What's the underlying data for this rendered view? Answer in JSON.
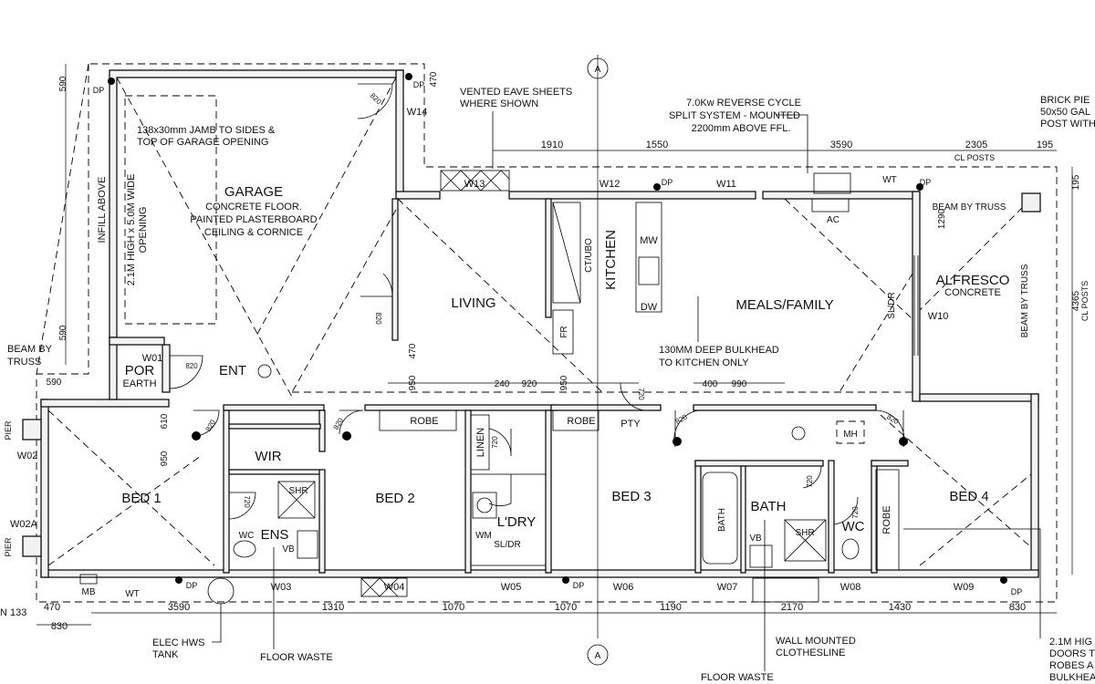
{
  "rooms": {
    "garage": "GARAGE",
    "garage_note": [
      "CONCRETE FLOOR.",
      "PAINTED PLASTERBOARD",
      "CEILING & CORNICE"
    ],
    "living": "LIVING",
    "kitchen": "KITCHEN",
    "meals_family": "MEALS/FAMILY",
    "alfresco": "ALFRESCO",
    "alfresco_note": "CONCRETE",
    "ent": "ENT",
    "por": "POR",
    "por_note": "EARTH",
    "bed1": "BED 1",
    "bed2": "BED 2",
    "bed3": "BED 3",
    "bed4": "BED 4",
    "wir": "WIR",
    "ens": "ENS",
    "bath": "BATH",
    "wc": "WC",
    "ldry": "L'DRY",
    "linen": "LINEN",
    "robe": "ROBE",
    "pty": "PTY",
    "mh": "MH"
  },
  "fixtures": {
    "mw": "MW",
    "dw": "DW",
    "fr": "FR",
    "ct_ubo": "CT/UBO",
    "shr": "SHR",
    "vb": "VB",
    "wc": "WC",
    "wm": "WM",
    "sl_dr": "SL/DR",
    "bath": "BATH",
    "ac": "AC",
    "mb": "MB",
    "wt": "WT",
    "dp": "DP",
    "pier": "PIER",
    "section": "A"
  },
  "windows": {
    "w01": "W01",
    "w02": "W02",
    "w02a": "W02A",
    "w03": "W03",
    "w04": "W04",
    "w05": "W05",
    "w06": "W06",
    "w07": "W07",
    "w08": "W08",
    "w09": "W09",
    "w10": "W10",
    "w11": "W11",
    "w12": "W12",
    "w13": "W13",
    "w14": "W14"
  },
  "notes": {
    "jamb": [
      "138x30mm JAMB TO SIDES &",
      "TOP OF GARAGE OPENING"
    ],
    "vented_eave": [
      "VENTED EAVE SHEETS",
      "WHERE SHOWN"
    ],
    "aircon": [
      "7.0Kw REVERSE CYCLE",
      "SPLIT SYSTEM - MOUNTED",
      "2200mm ABOVE FFL."
    ],
    "brick_pier": [
      "BRICK PIE",
      "50x50 GAL",
      "POST WITH"
    ],
    "cl_posts": "CL POSTS",
    "beam_by_truss": "BEAM BY TRUSS",
    "beam_by_truss_left": [
      "BEAM BY",
      "TRUSS"
    ],
    "bulkhead": [
      "130MM DEEP BULKHEAD",
      "TO KITCHEN ONLY"
    ],
    "infill_above": "INFILL ABOVE",
    "garage_opening": [
      "2.1M HIGH x 5.0M WIDE",
      "OPENING"
    ],
    "elec_hws": [
      "ELEC HWS",
      "TANK"
    ],
    "floor_waste": "FLOOR WASTE",
    "clothesline": [
      "WALL MOUNTED",
      "CLOTHESLINE"
    ],
    "robes_right": [
      "2.1M HIG",
      "DOORS T",
      "ROBES A",
      "BULKHEA"
    ],
    "n133": "N 133"
  },
  "dimensions": {
    "top": [
      "1910",
      "1550",
      "3590",
      "2305",
      "195"
    ],
    "bottom": [
      "3590",
      "1310",
      "1070",
      "1070",
      "1190",
      "2170",
      "1430",
      "830"
    ],
    "bottom_left": [
      "470",
      "830"
    ],
    "left": [
      "590",
      "590"
    ],
    "right": [
      "195",
      "4365"
    ],
    "misc": [
      "470",
      "590",
      "610",
      "950",
      "470",
      "950",
      "950",
      "240",
      "920",
      "400",
      "990",
      "1290"
    ],
    "doors": [
      "820",
      "820",
      "820",
      "820",
      "820",
      "820",
      "820",
      "720",
      "720",
      "720",
      "720",
      "720"
    ]
  }
}
